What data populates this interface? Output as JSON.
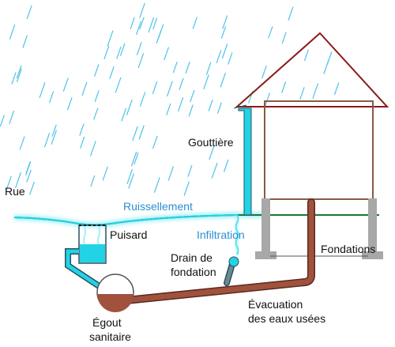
{
  "labels": {
    "rue": "Rue",
    "gouttiere": "Gouttière",
    "ruissellement": "Ruissellement",
    "puisard": "Puisard",
    "infiltration": "Infiltration",
    "drain_line1": "Drain de",
    "drain_line2": "fondation",
    "fondations": "Fondations",
    "egout_line1": "Égout",
    "egout_line2": "sanitaire",
    "evac_line1": "Évacuation",
    "evac_line2": "des eaux usées"
  },
  "colors": {
    "rain": "#4fc3e8",
    "water": "#22d3e6",
    "water_label": "#2a8fd0",
    "roof": "#8b1a1a",
    "walls": "#8a5a44",
    "foundation": "#a8a8a8",
    "sewage": "#a0523d",
    "ground": "#1a7a30",
    "pipe_outline": "#2a5060"
  }
}
